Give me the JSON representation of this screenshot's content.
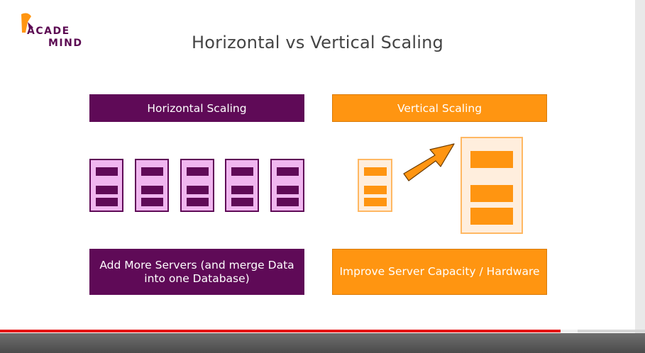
{
  "logo": {
    "line1": "ACADE",
    "line2": "MIND",
    "colors": {
      "purple": "#5f0a57",
      "orange": "#ff9511"
    }
  },
  "slide": {
    "title": "Horizontal vs Vertical Scaling",
    "horizontal": {
      "header": "Horizontal Scaling",
      "description": "Add More Servers (and merge Data into one Database)"
    },
    "vertical": {
      "header": "Vertical Scaling",
      "description": "Improve Server Capacity / Hardware"
    }
  },
  "player": {
    "progress": 0.869,
    "buffered": 0.895
  }
}
